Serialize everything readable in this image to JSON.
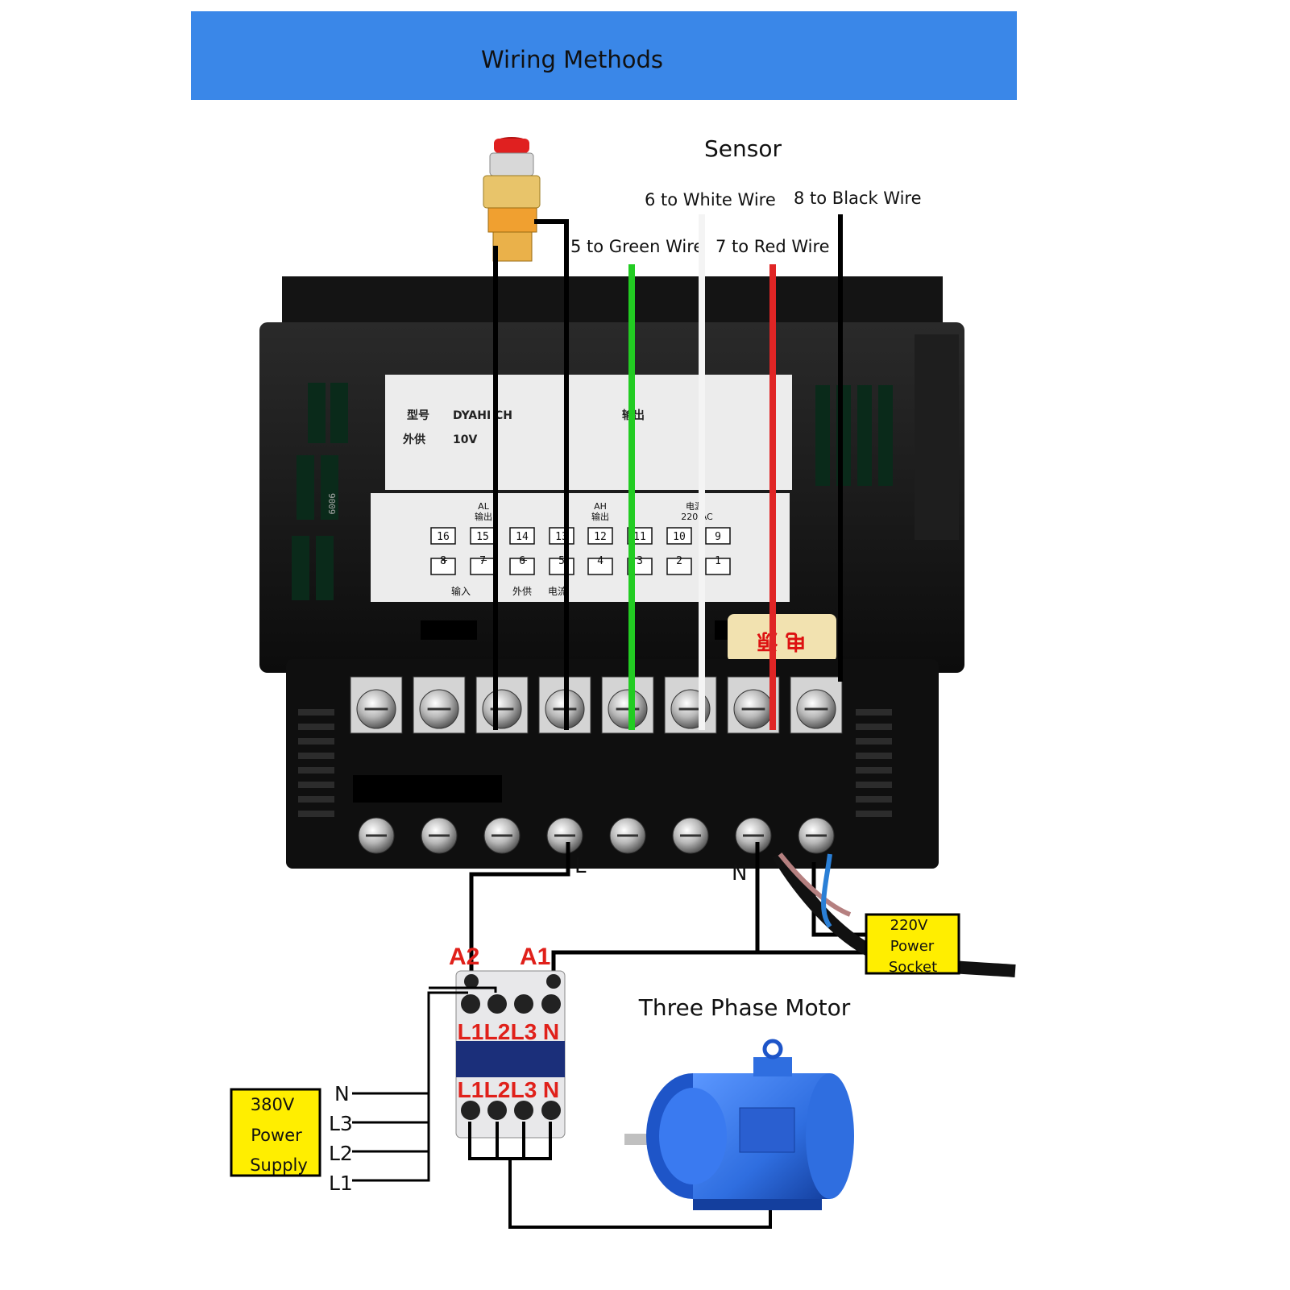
{
  "header": {
    "title": "Wiring Methods",
    "bg_color": "#3a87e8"
  },
  "sensor": {
    "title": "Sensor",
    "wires": {
      "green": {
        "label": "5 to Green Wire",
        "color": "#22cc22"
      },
      "white": {
        "label": "6 to White Wire",
        "color": "#f4f4f4"
      },
      "red": {
        "label": "7 to Red Wire",
        "color": "#e02525"
      },
      "black": {
        "label": "8 to Black Wire",
        "color": "#000000"
      }
    }
  },
  "controller": {
    "model_label": "型号",
    "model_value": "DYAHI  CH",
    "supply_label": "外供",
    "supply_value": "10V",
    "output_label": "输出",
    "al_label": "AL",
    "al_out": "输出",
    "ah_label": "AH",
    "ah_out": "输出",
    "power_label": "电源",
    "power_value": "220 AC",
    "input_label": "输入",
    "ext_supply_label": "外供",
    "current_label": "电流",
    "plus": "+",
    "minus": "−",
    "top_terminals": [
      "16",
      "15",
      "14",
      "13",
      "12",
      "11",
      "10",
      "9"
    ],
    "bottom_terminals": [
      "8",
      "7",
      "6",
      "5",
      "4",
      "3",
      "2",
      "1"
    ],
    "side_print": "9009",
    "power_tag": "电 源"
  },
  "mains": {
    "l_label": "L",
    "n_label": "N"
  },
  "power_socket": {
    "line1": "220V",
    "line2": "Power",
    "line3": "Socket",
    "bg_color": "#ffee00"
  },
  "contactor": {
    "a2": "A2",
    "a1": "A1",
    "top_row": [
      "L1",
      "L2",
      "L3",
      "N"
    ],
    "bottom_row": [
      "L1",
      "L2",
      "L3",
      "N"
    ],
    "mark_color": "#e0201a"
  },
  "power_supply": {
    "line1": "380V",
    "line2": "Power",
    "line3": "Supply",
    "bg_color": "#ffee00",
    "phases": [
      "N",
      "L3",
      "L2",
      "L1"
    ]
  },
  "motor": {
    "title": "Three Phase Motor",
    "color": "#2f6ee0"
  }
}
